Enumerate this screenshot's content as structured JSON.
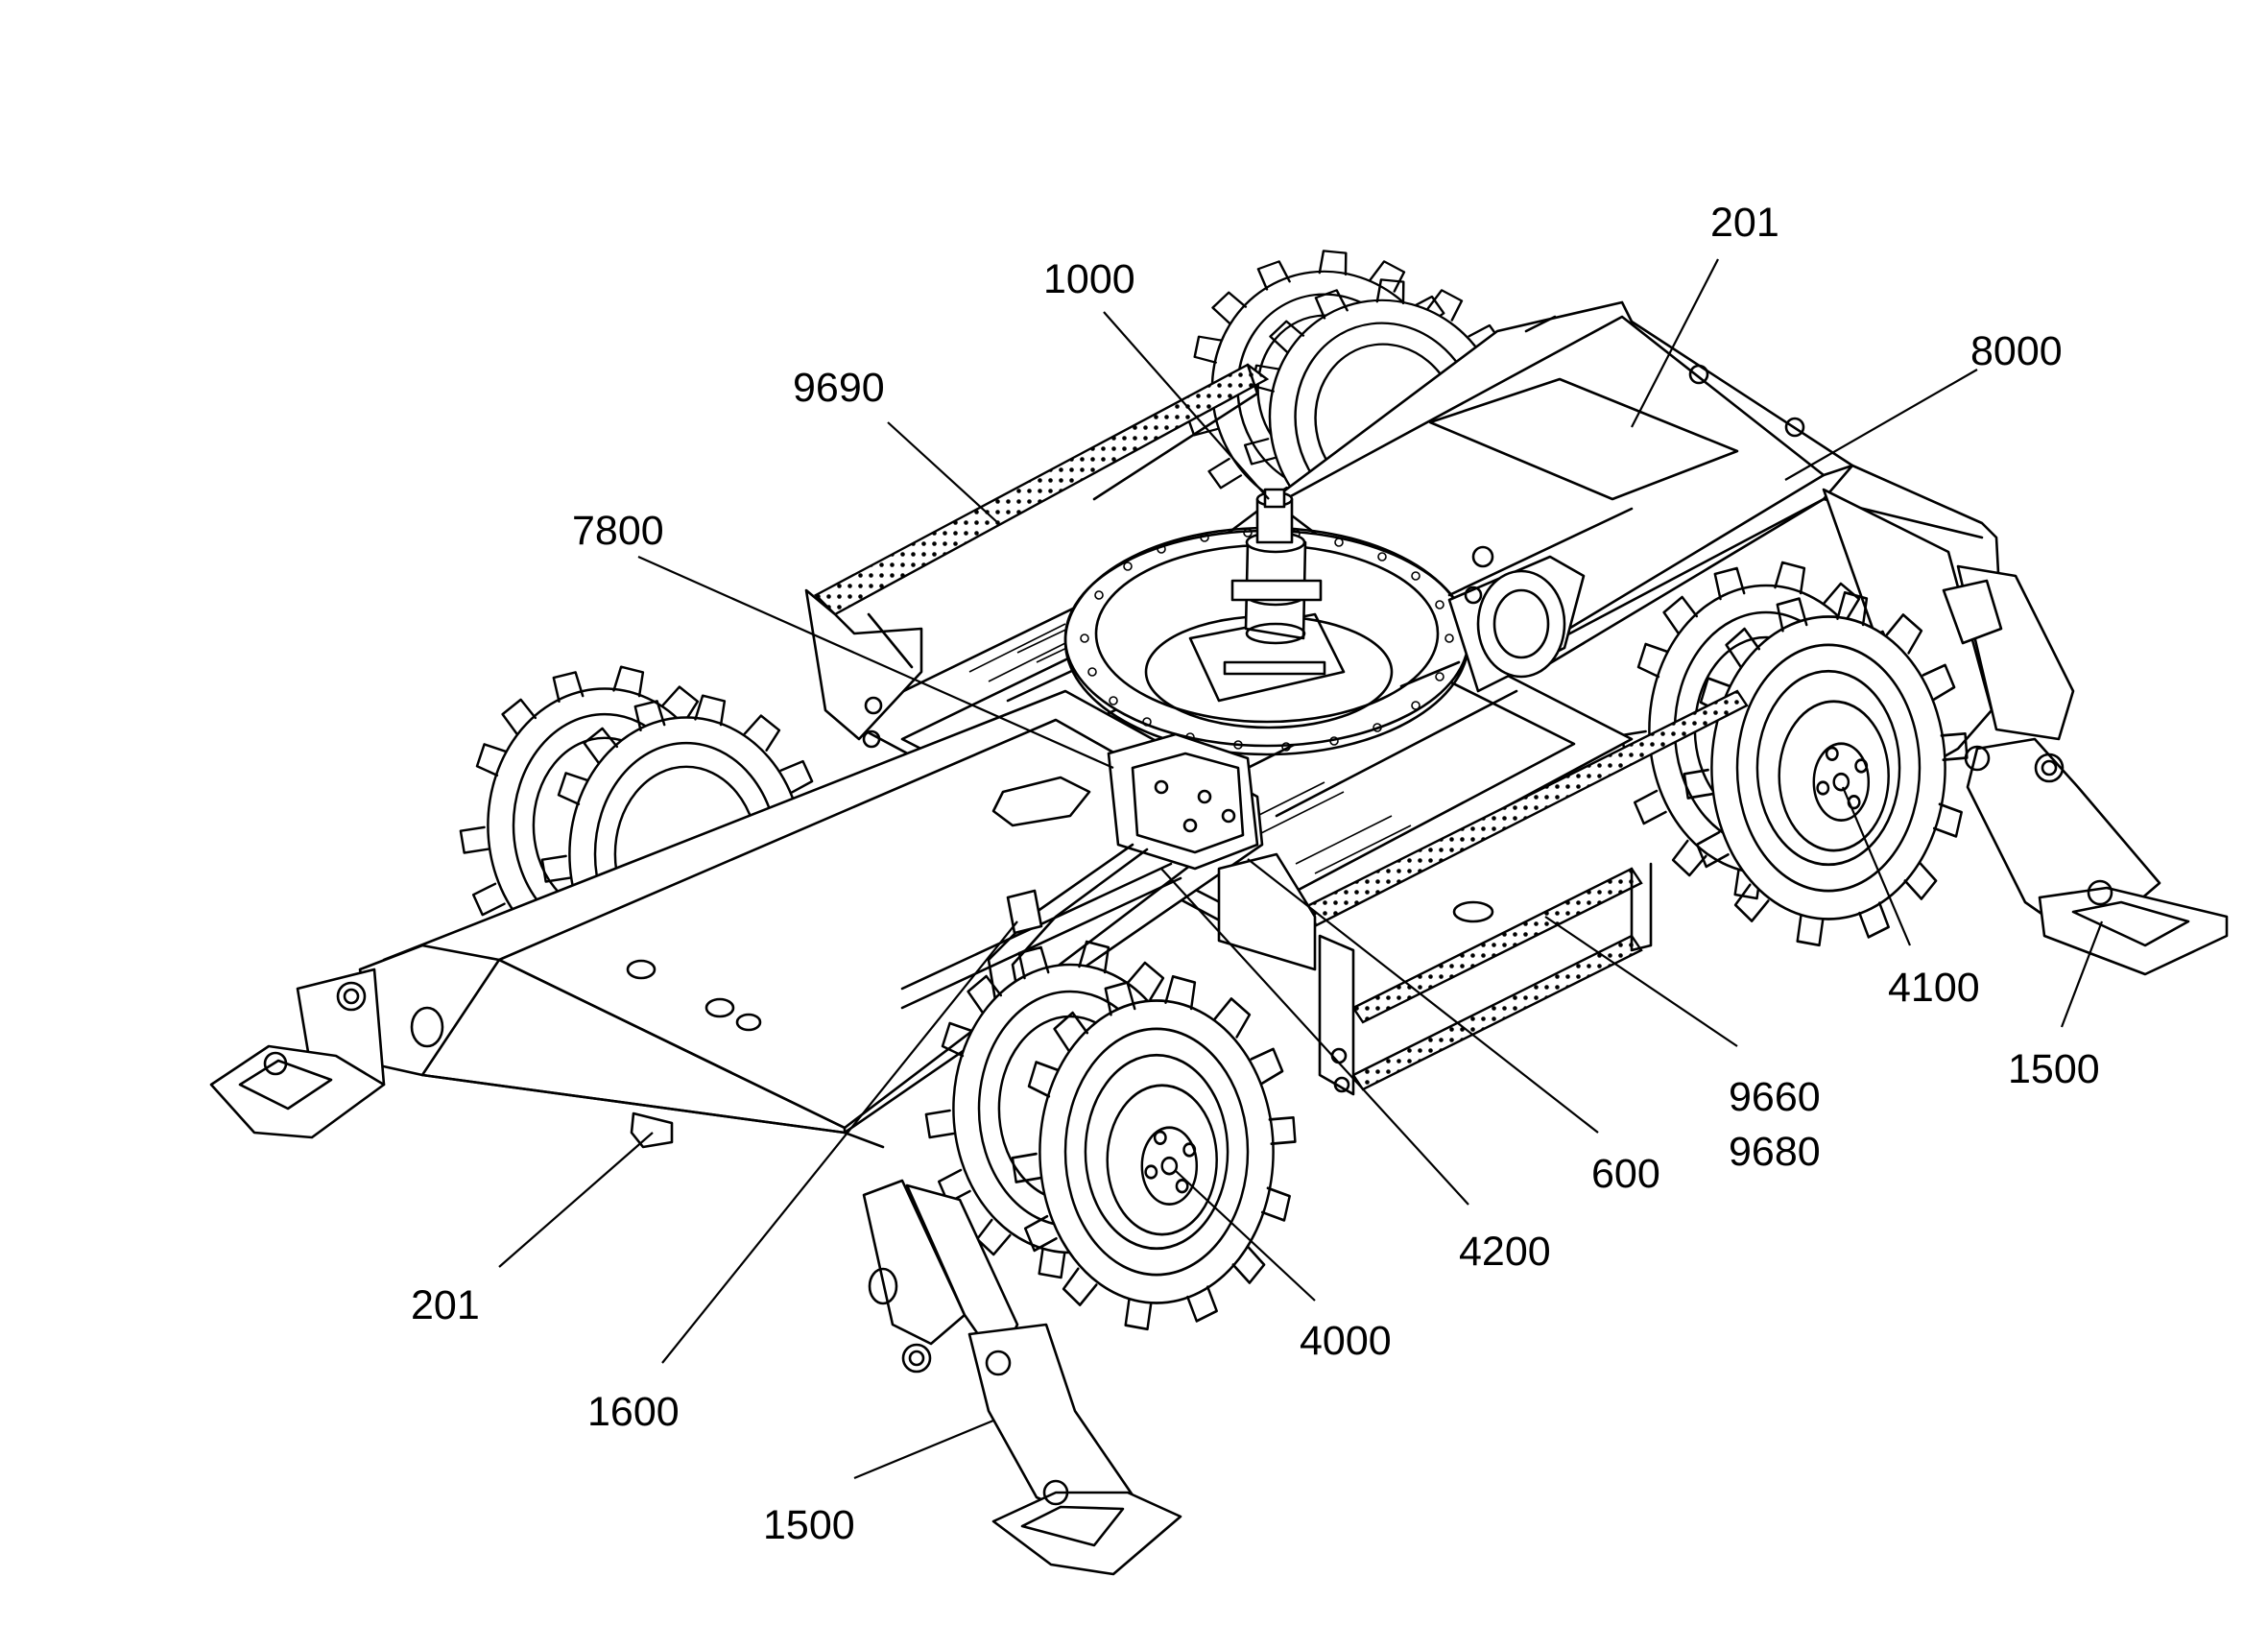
{
  "diagram": {
    "callouts": [
      {
        "id": "c-201-top",
        "label": "201"
      },
      {
        "id": "c-1000",
        "label": "1000"
      },
      {
        "id": "c-8000",
        "label": "8000"
      },
      {
        "id": "c-9690",
        "label": "9690"
      },
      {
        "id": "c-7800",
        "label": "7800"
      },
      {
        "id": "c-4100",
        "label": "4100"
      },
      {
        "id": "c-1500-r",
        "label": "1500"
      },
      {
        "id": "c-9660",
        "label": "9660"
      },
      {
        "id": "c-9680",
        "label": "9680"
      },
      {
        "id": "c-600",
        "label": "600"
      },
      {
        "id": "c-4200",
        "label": "4200"
      },
      {
        "id": "c-201-bot",
        "label": "201"
      },
      {
        "id": "c-4000",
        "label": "4000"
      },
      {
        "id": "c-1600",
        "label": "1600"
      },
      {
        "id": "c-1500-l",
        "label": "1500"
      }
    ]
  }
}
